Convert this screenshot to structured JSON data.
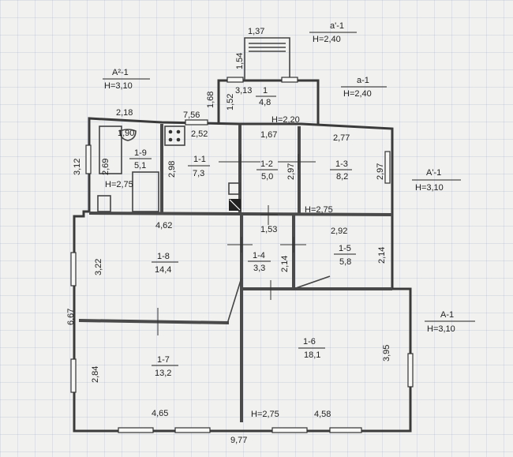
{
  "plan": {
    "zones": [
      {
        "id": "a1_2",
        "name": "а'-1",
        "height": "H=2,40"
      },
      {
        "id": "a2_1",
        "name": "А²-1",
        "height": "H=3,10"
      },
      {
        "id": "a_1",
        "name": "а-1",
        "height": "H=2,40"
      },
      {
        "id": "a1_1",
        "name": "А'-1",
        "height": "H=3,10"
      },
      {
        "id": "main",
        "name": "А-1",
        "height": "H=3,10"
      }
    ],
    "rooms": [
      {
        "id": "r1",
        "number": "1",
        "area": "4,8"
      },
      {
        "id": "r1_1",
        "number": "1-1",
        "area": "7,3"
      },
      {
        "id": "r1_2",
        "number": "1-2",
        "area": "5,0"
      },
      {
        "id": "r1_3",
        "number": "1-3",
        "area": "8,2"
      },
      {
        "id": "r1_4",
        "number": "1-4",
        "area": "3,3"
      },
      {
        "id": "r1_5",
        "number": "1-5",
        "area": "5,8"
      },
      {
        "id": "r1_6",
        "number": "1-6",
        "area": "18,1"
      },
      {
        "id": "r1_7",
        "number": "1-7",
        "area": "13,2"
      },
      {
        "id": "r1_8",
        "number": "1-8",
        "area": "14,4"
      },
      {
        "id": "r1_9",
        "number": "1-9",
        "area": "5,1"
      }
    ],
    "room_heights": {
      "porch": "H=2,20",
      "bath": "H=2,75",
      "r13": "H=2,75",
      "bottom": "H=2,75"
    },
    "dimensions": {
      "d137": "1,37",
      "d154": "1,54",
      "d313": "3,13",
      "d168": "1,68",
      "d152": "1,52",
      "d218": "2,18",
      "d756": "7,56",
      "d190": "1,90",
      "d252": "2,52",
      "d167": "1,67",
      "d277": "2,77",
      "d312": "3,12",
      "d269": "2,69",
      "d298": "2,98",
      "d297a": "2,97",
      "d297b": "2,97",
      "d462": "4,62",
      "d153": "1,53",
      "d292": "2,92",
      "d322": "3,22",
      "d214a": "2,14",
      "d214b": "2,14",
      "d667": "6,67",
      "d395": "3,95",
      "d284": "2,84",
      "d465": "4,65",
      "d458": "4,58",
      "d977": "9,77"
    }
  }
}
